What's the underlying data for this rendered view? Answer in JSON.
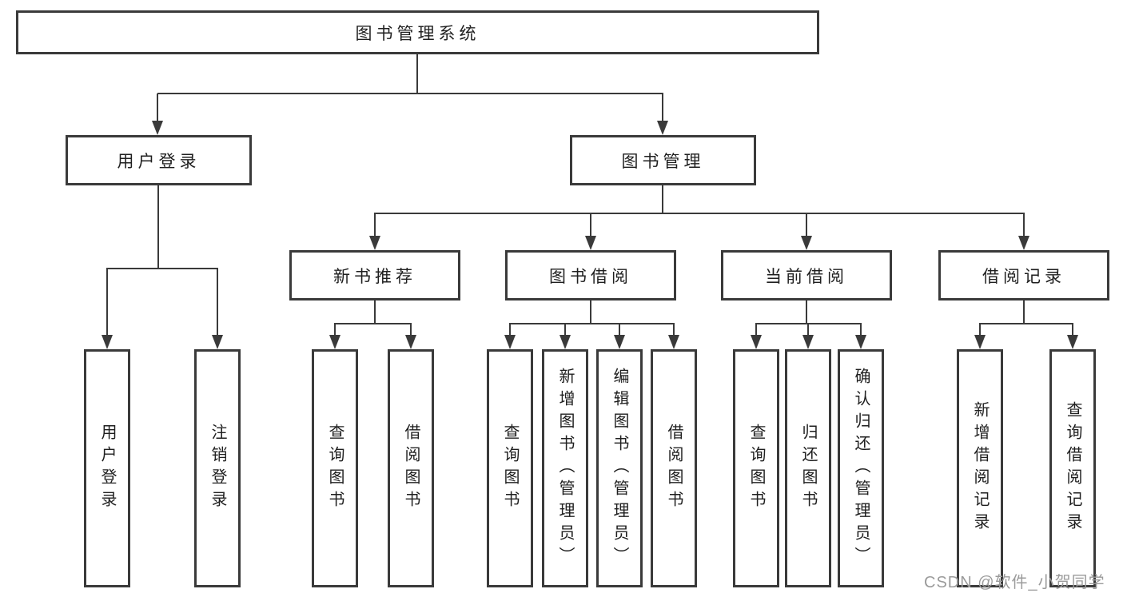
{
  "diagram": {
    "type": "tree-diagram",
    "colors": {
      "line": "#3a3a3a",
      "box_border": "#3a3a3a",
      "text": "#1f1f1f",
      "background": "#ffffff",
      "watermark": "#9b9b9b"
    },
    "tree": {
      "label": "图书管理系统",
      "children": [
        {
          "label": "用户登录",
          "children": [
            {
              "label": "用户登录"
            },
            {
              "label": "注销登录"
            }
          ]
        },
        {
          "label": "图书管理",
          "children": [
            {
              "label": "新书推荐",
              "children": [
                {
                  "label": "查询图书"
                },
                {
                  "label": "借阅图书"
                }
              ]
            },
            {
              "label": "图书借阅",
              "children": [
                {
                  "label": "查询图书"
                },
                {
                  "label": "新增图书（管理员）"
                },
                {
                  "label": "编辑图书（管理员）"
                },
                {
                  "label": "借阅图书"
                }
              ]
            },
            {
              "label": "当前借阅",
              "children": [
                {
                  "label": "查询图书"
                },
                {
                  "label": "归还图书"
                },
                {
                  "label": "确认归还（管理员）"
                }
              ]
            },
            {
              "label": "借阅记录",
              "children": [
                {
                  "label": "新增借阅记录"
                },
                {
                  "label": "查询借阅记录"
                }
              ]
            }
          ]
        }
      ]
    },
    "watermark": "CSDN @软件_小贺同学"
  }
}
